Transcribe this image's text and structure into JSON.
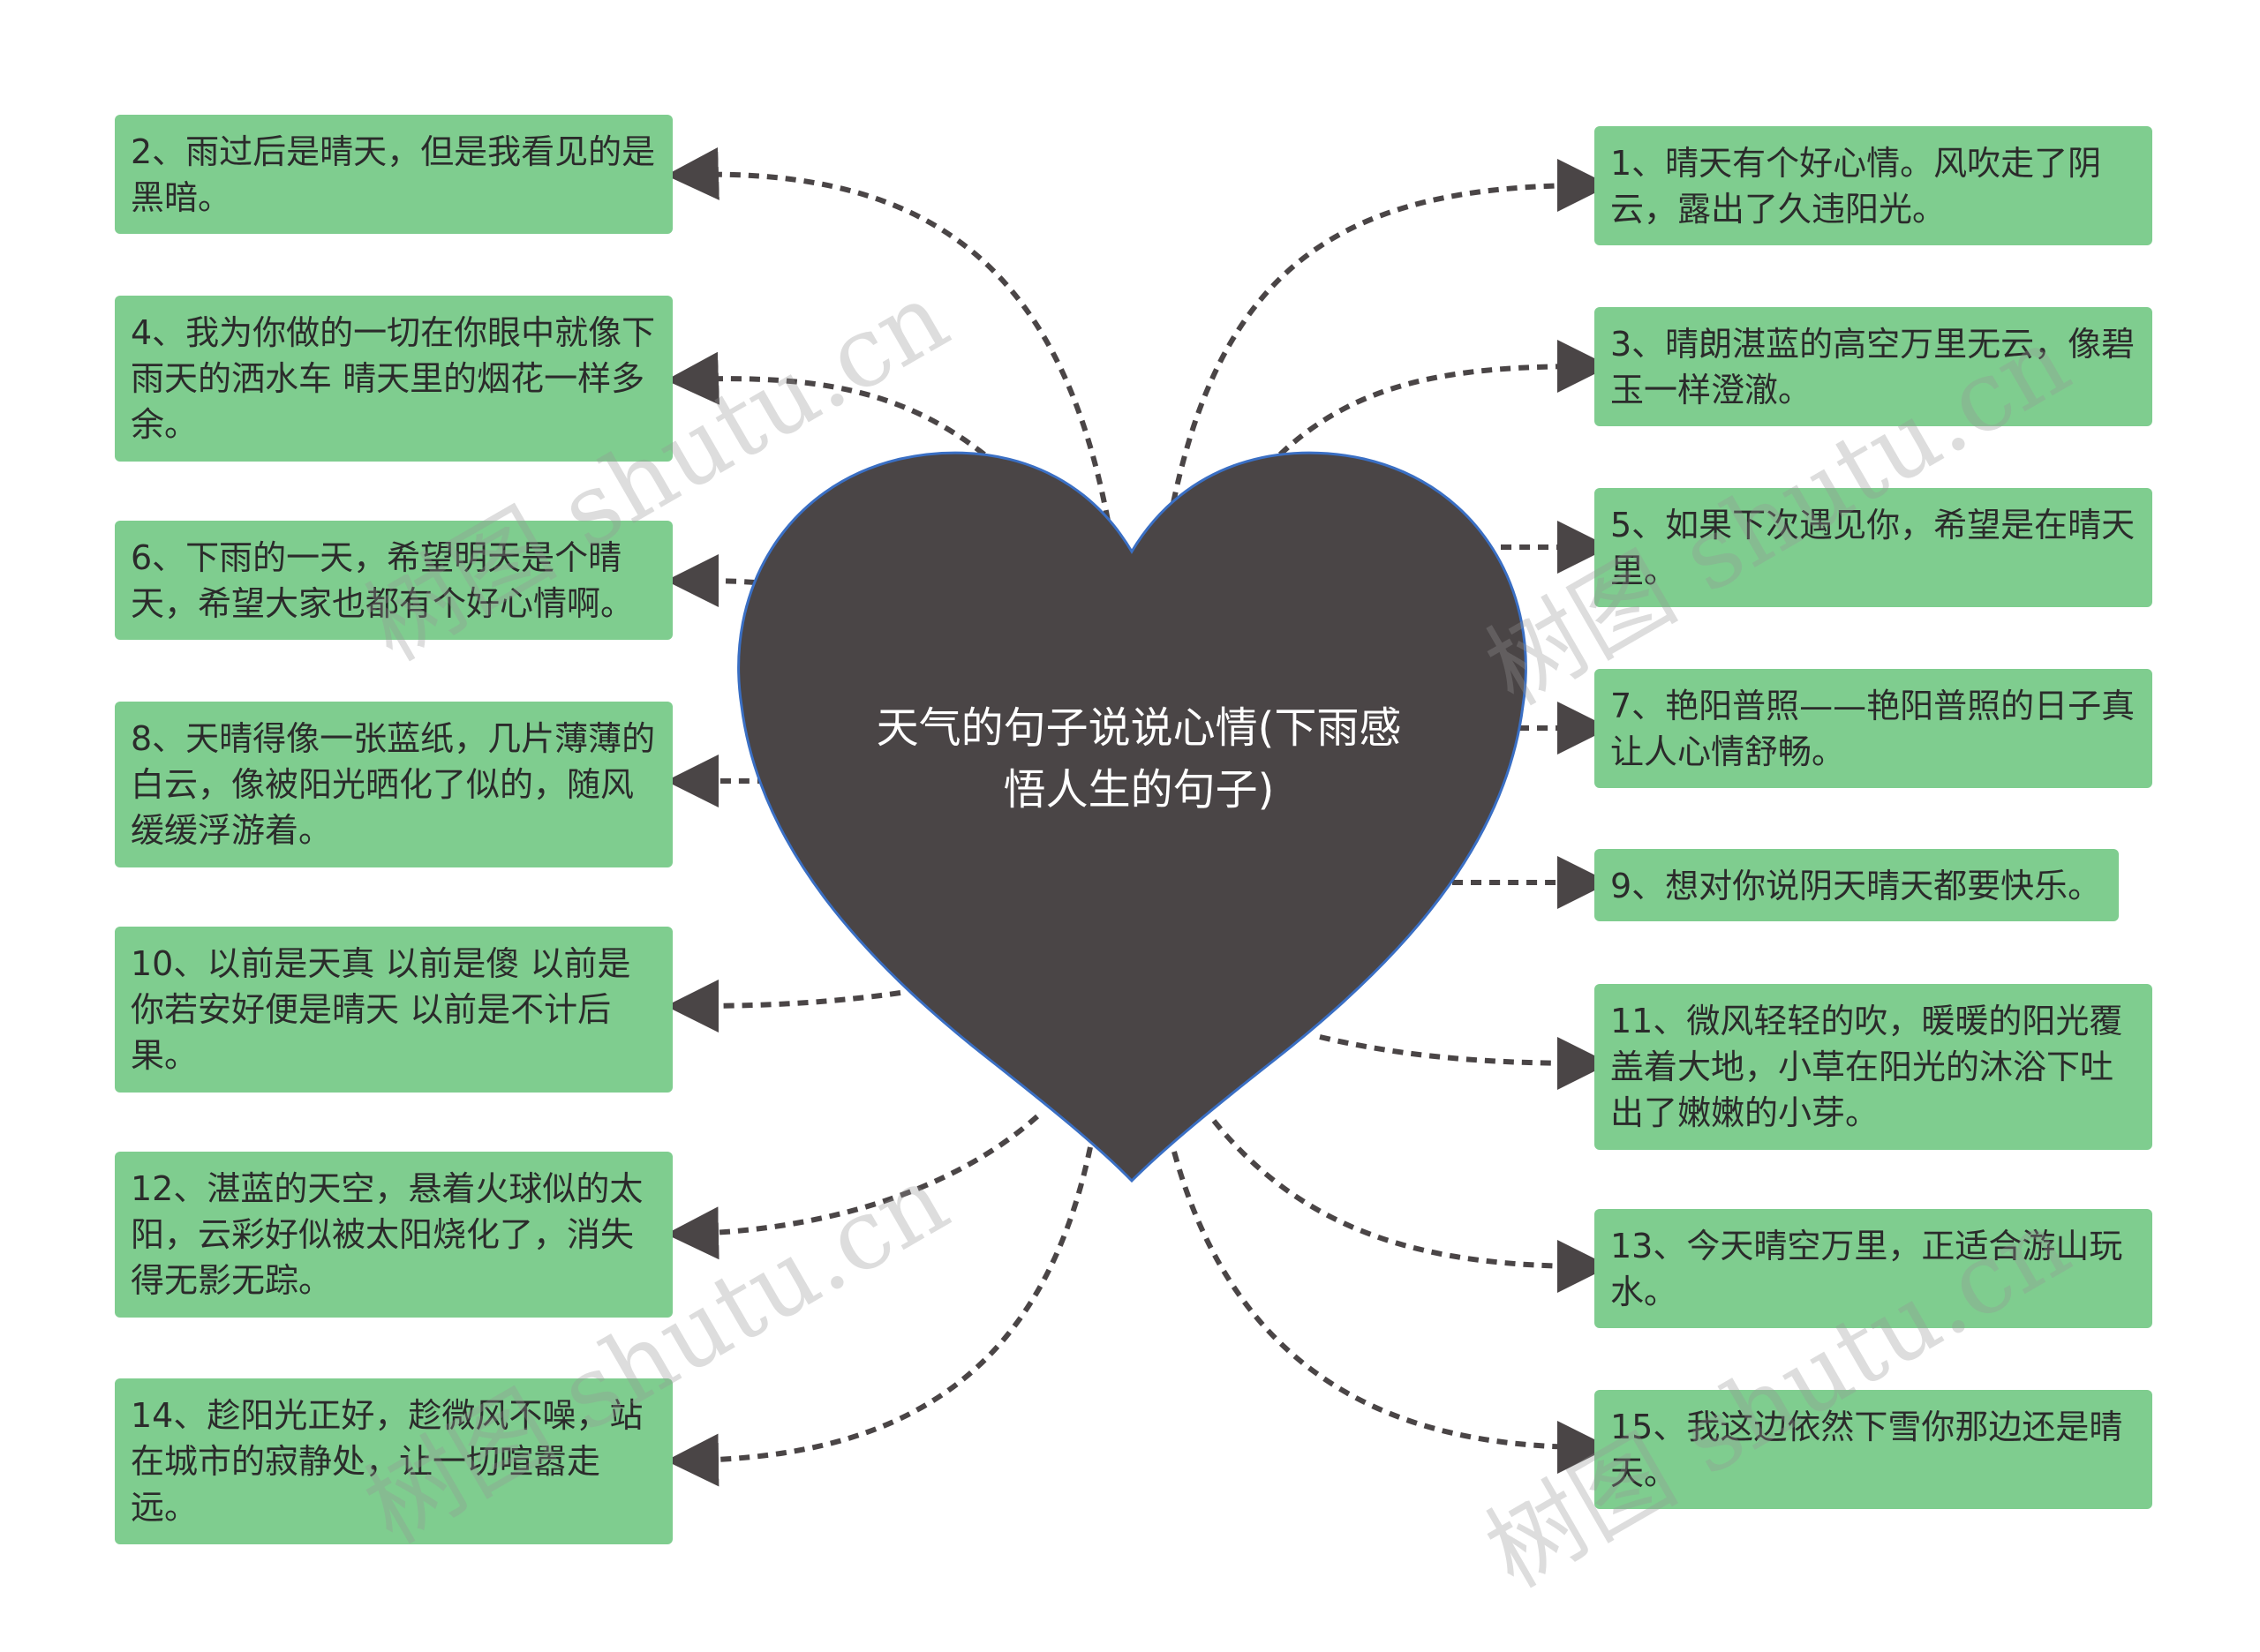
{
  "center": {
    "title": "天气的句子说说心情(下雨感悟人生的句子)"
  },
  "nodes_left": [
    "2、雨过后是晴天，但是我看见的是黑暗。",
    "4、我为你做的一切在你眼中就像下雨天的洒水车 晴天里的烟花一样多余。",
    "6、下雨的一天，希望明天是个晴天，希望大家也都有个好心情啊。",
    "8、天晴得像一张蓝纸，几片薄薄的白云，像被阳光晒化了似的，随风缓缓浮游着。",
    "10、以前是天真 以前是傻 以前是你若安好便是晴天 以前是不计后果。",
    "12、湛蓝的天空，悬着火球似的太阳，云彩好似被太阳烧化了，消失得无影无踪。",
    "14、趁阳光正好，趁微风不噪，站在城市的寂静处，让一切喧嚣走远。"
  ],
  "nodes_right": [
    "1、晴天有个好心情。风吹走了阴云，露出了久违阳光。",
    "3、晴朗湛蓝的高空万里无云，像碧玉一样澄澈。",
    "5、如果下次遇见你，希望是在晴天里。",
    "7、艳阳普照——艳阳普照的日子真让人心情舒畅。",
    "9、想对你说阴天晴天都要快乐。",
    "11、微风轻轻的吹，暖暖的阳光覆盖着大地，小草在阳光的沐浴下吐出了嫩嫩的小芽。",
    "13、今天晴空万里，正适合游山玩水。",
    "15、我这边依然下雪你那边还是晴天。"
  ],
  "watermarks": [
    "树图 shutu.cn",
    "树图 shutu.cn",
    "树图 shutu.cn",
    "树图 shutu.cn"
  ],
  "colors": {
    "node_fill": "#7fcd8f",
    "heart_fill": "#4a4546",
    "heart_stroke": "#3a6fc4",
    "connector": "#4a4546"
  }
}
